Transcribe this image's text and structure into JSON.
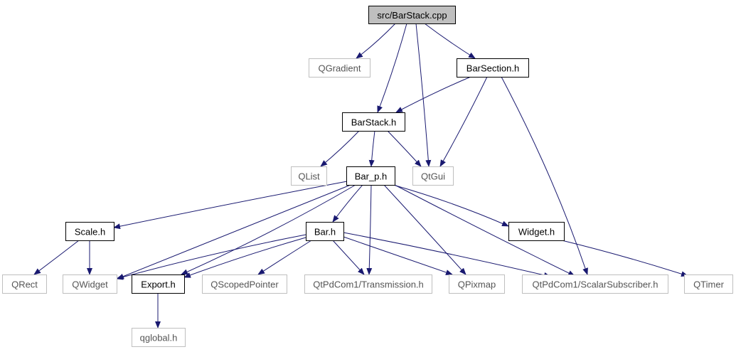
{
  "colors": {
    "edge": "#191970",
    "highlight_fill": "#bfbfbf",
    "node_border": "#000000",
    "external_border": "#bfbfbf",
    "node_text": "#000000",
    "external_text": "#555555"
  },
  "nodes": [
    {
      "id": "barstack_cpp",
      "label": "src/BarStack.cpp",
      "kind": "highlight"
    },
    {
      "id": "qgradient",
      "label": "QGradient",
      "kind": "external"
    },
    {
      "id": "barsection_h",
      "label": "BarSection.h",
      "kind": "file"
    },
    {
      "id": "barstack_h",
      "label": "BarStack.h",
      "kind": "file"
    },
    {
      "id": "qlist",
      "label": "QList",
      "kind": "external"
    },
    {
      "id": "bar_p_h",
      "label": "Bar_p.h",
      "kind": "file"
    },
    {
      "id": "qtgui",
      "label": "QtGui",
      "kind": "external"
    },
    {
      "id": "scale_h",
      "label": "Scale.h",
      "kind": "file"
    },
    {
      "id": "bar_h",
      "label": "Bar.h",
      "kind": "file"
    },
    {
      "id": "widget_h",
      "label": "Widget.h",
      "kind": "file"
    },
    {
      "id": "qrect",
      "label": "QRect",
      "kind": "external"
    },
    {
      "id": "qwidget",
      "label": "QWidget",
      "kind": "external"
    },
    {
      "id": "export_h",
      "label": "Export.h",
      "kind": "file"
    },
    {
      "id": "qscopedpointer",
      "label": "QScopedPointer",
      "kind": "external"
    },
    {
      "id": "transmission_h",
      "label": "QtPdCom1/Transmission.h",
      "kind": "external"
    },
    {
      "id": "qpixmap",
      "label": "QPixmap",
      "kind": "external"
    },
    {
      "id": "scalarsubscriber_h",
      "label": "QtPdCom1/ScalarSubscriber.h",
      "kind": "external"
    },
    {
      "id": "qtimer",
      "label": "QTimer",
      "kind": "external"
    },
    {
      "id": "qglobal_h",
      "label": "qglobal.h",
      "kind": "external"
    }
  ],
  "edges": [
    {
      "from": "barstack_cpp",
      "to": "qgradient"
    },
    {
      "from": "barstack_cpp",
      "to": "barsection_h"
    },
    {
      "from": "barstack_cpp",
      "to": "barstack_h"
    },
    {
      "from": "barstack_cpp",
      "to": "qtgui"
    },
    {
      "from": "barsection_h",
      "to": "barstack_h"
    },
    {
      "from": "barsection_h",
      "to": "qtgui"
    },
    {
      "from": "barsection_h",
      "to": "scalarsubscriber_h"
    },
    {
      "from": "barstack_h",
      "to": "qlist"
    },
    {
      "from": "barstack_h",
      "to": "bar_p_h"
    },
    {
      "from": "barstack_h",
      "to": "qtgui"
    },
    {
      "from": "bar_p_h",
      "to": "scale_h"
    },
    {
      "from": "bar_p_h",
      "to": "bar_h"
    },
    {
      "from": "bar_p_h",
      "to": "widget_h"
    },
    {
      "from": "bar_p_h",
      "to": "qwidget"
    },
    {
      "from": "bar_p_h",
      "to": "export_h"
    },
    {
      "from": "bar_p_h",
      "to": "transmission_h"
    },
    {
      "from": "bar_p_h",
      "to": "qpixmap"
    },
    {
      "from": "bar_p_h",
      "to": "scalarsubscriber_h"
    },
    {
      "from": "scale_h",
      "to": "qrect"
    },
    {
      "from": "scale_h",
      "to": "qwidget"
    },
    {
      "from": "bar_h",
      "to": "qwidget"
    },
    {
      "from": "bar_h",
      "to": "export_h"
    },
    {
      "from": "bar_h",
      "to": "qscopedpointer"
    },
    {
      "from": "bar_h",
      "to": "transmission_h"
    },
    {
      "from": "bar_h",
      "to": "qpixmap"
    },
    {
      "from": "bar_h",
      "to": "scalarsubscriber_h"
    },
    {
      "from": "widget_h",
      "to": "qtimer"
    },
    {
      "from": "export_h",
      "to": "qglobal_h"
    }
  ]
}
